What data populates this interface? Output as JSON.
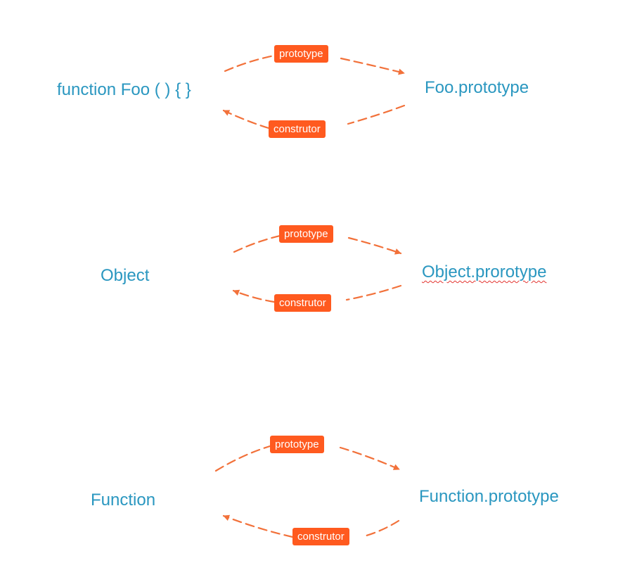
{
  "colors": {
    "node_text": "#2a97c0",
    "arrow": "#f2713a",
    "badge_bg": "#ff5a1f",
    "badge_text": "#ffffff"
  },
  "groups": [
    {
      "left": "function Foo ( ) { }",
      "right": "Foo.prototype",
      "top_label": "prototype",
      "bottom_label": "construtor"
    },
    {
      "left": "Object",
      "right": "Object.prorotype",
      "top_label": "prototype",
      "bottom_label": "construtor"
    },
    {
      "left": "Function",
      "right": "Function.prototype",
      "top_label": "prototype",
      "bottom_label": "construtor"
    }
  ]
}
